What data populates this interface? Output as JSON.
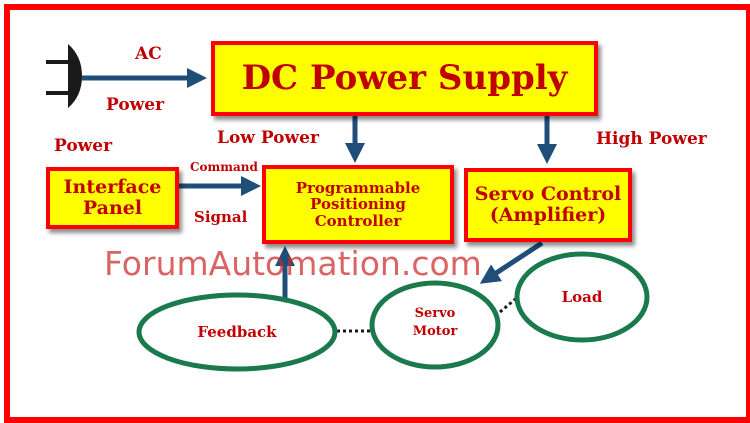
{
  "diagram": {
    "nodes": {
      "dc_power_supply": "DC Power Supply",
      "interface_panel": "Interface Panel",
      "controller": "Programmable Positioning Controller",
      "servo_control": "Servo Control (Amplifier)",
      "feedback": "Feedback",
      "servo_motor": "Servo Motor",
      "load": "Load"
    },
    "labels": {
      "ac": "AC",
      "power_in": "Power",
      "power_left": "Power",
      "low_power": "Low Power",
      "high_power": "High Power",
      "command": "Command",
      "signal": "Signal"
    },
    "watermark": "ForumAutomation.com",
    "colors": {
      "frame": "#ff0000",
      "box_fill": "#ffff00",
      "box_border": "#ff0000",
      "text": "#c00000",
      "arrow": "#1f4e79",
      "ellipse": "#1a7a4c",
      "watermark": "#cc2828"
    }
  }
}
